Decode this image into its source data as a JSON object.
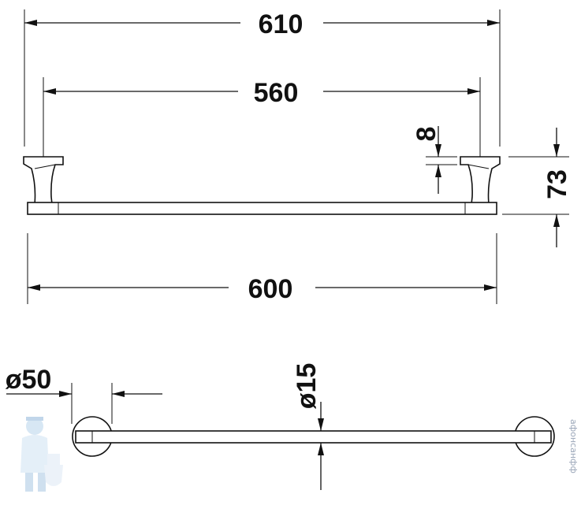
{
  "dimensions": {
    "overall_width": "610",
    "mount_spacing": "560",
    "bar_length": "600",
    "bracket_thickness": "8",
    "projection": "73",
    "rosette_diameter": "ø50",
    "bar_diameter": "ø15"
  },
  "watermark": {
    "text": "афонсанфф",
    "logo": "plumber-mascot"
  }
}
